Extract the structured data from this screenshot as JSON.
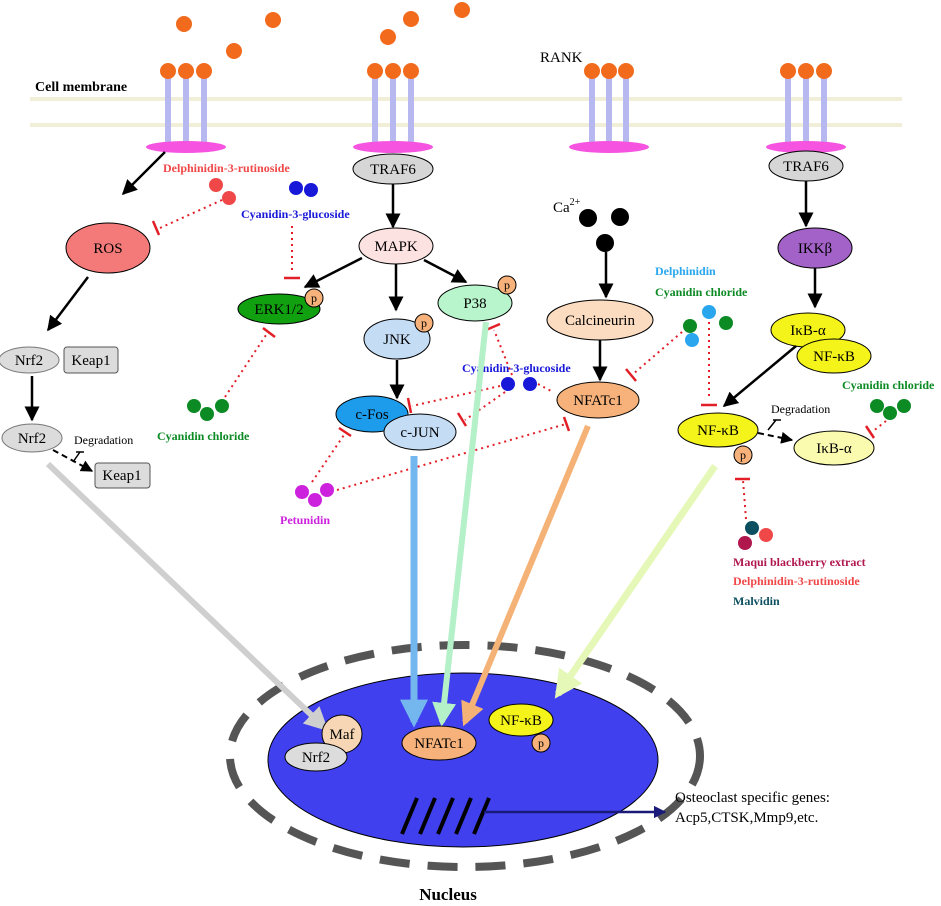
{
  "labels": {
    "cell_membrane": "Cell membrane",
    "rank": "RANK",
    "ca": "Ca",
    "ca_sup": "2+",
    "nucleus": "Nucleus",
    "degradation": "Degradation",
    "osteoclast_line1": "Osteoclast specific genes:",
    "osteoclast_line2": "Acp5,CTSK,Mmp9,etc.",
    "p": "p"
  },
  "nodes": {
    "traf6_left": "TRAF6",
    "traf6_right": "TRAF6",
    "ros": "ROS",
    "nrf2_a": "Nrf2",
    "keap1_a": "Keap1",
    "nrf2_b": "Nrf2",
    "keap1_b": "Keap1",
    "mapk": "MAPK",
    "erk": "ERK1/2",
    "jnk": "JNK",
    "p38": "P38",
    "cfos": "c-Fos",
    "cjun": "c-JUN",
    "calcineurin": "Calcineurin",
    "nfatc1": "NFATc1",
    "ikkb": "IKKβ",
    "ikba_a": "IκB-α",
    "nfkb_a": "NF-κB",
    "nfkb_b": "NF-κB",
    "ikba_b": "IκB-α",
    "nuc_nrf2": "Nrf2",
    "nuc_maf": "Maf",
    "nuc_nfatc1": "NFATc1",
    "nuc_nfkb": "NF-κB"
  },
  "compounds": {
    "d3r_top": "Delphinidin-3-rutinoside",
    "c3g_top": "Cyanidin-3-glucoside",
    "cc_erk": "Cyanidin chloride",
    "c3g_mid": "Cyanidin-3-glucoside",
    "petunidin": "Petunidin",
    "delphinidin": "Delphinidin",
    "cc_nfat": "Cyanidin chloride",
    "cc_ikba": "Cyanidin chloride",
    "maqui": "Maqui blackberry extract",
    "d3r_bottom": "Delphinidin-3-rutinoside",
    "malvidin": "Malvidin"
  },
  "colors": {
    "membrane": "#f2efd9",
    "receptor": "#b8b8f0",
    "ligand": "#f26b1d",
    "receptor_base": "#f553e0",
    "nucleus": "#4040ee",
    "inhibit": "#e21f26",
    "delphinidin_red": "#f04848",
    "cyanidin_blue": "#1818d8",
    "cyanidin_green": "#0c8a24",
    "petunidin": "#cc22dd",
    "delphinidin_sky": "#2aa6ee",
    "maqui": "#b0174d",
    "malvidin": "#0c4f5f"
  }
}
